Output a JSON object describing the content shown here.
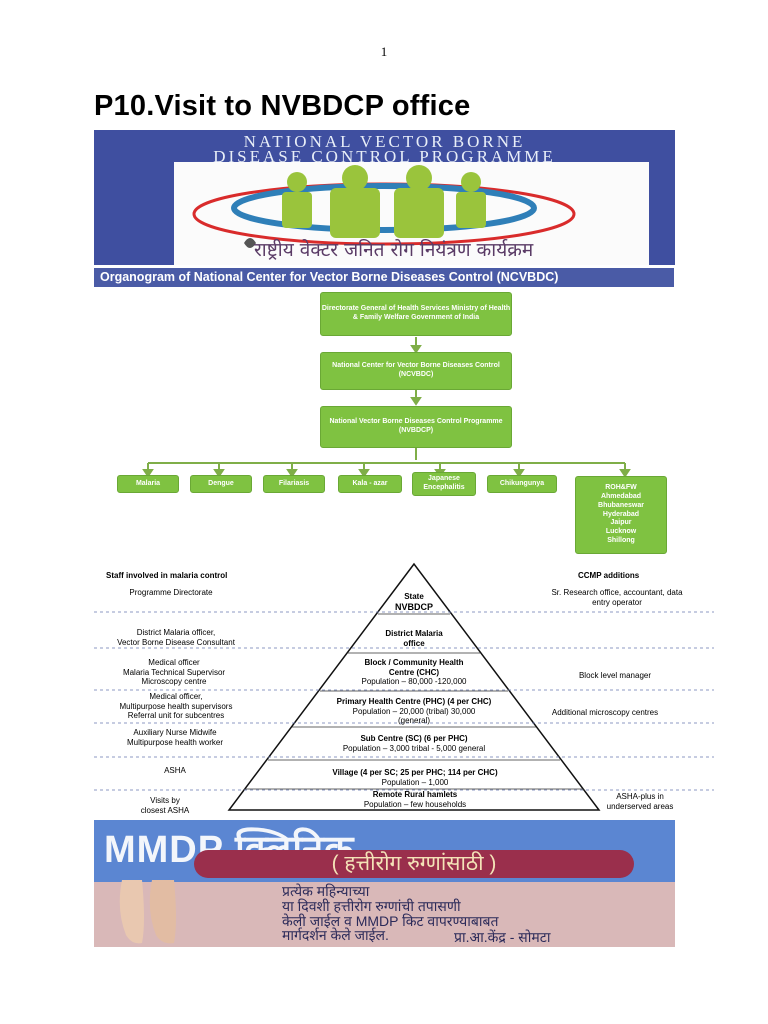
{
  "page_number": "1",
  "title": "P10.Visit to NVBDCP office",
  "banner": {
    "line1": "NATIONAL VECTOR BORNE",
    "line2": "DISEASE CONTROL PROGRAMME",
    "hindi_text": "राष्ट्रीय वेक्टर जनित रोग नियंत्रण कार्यक्रम"
  },
  "organogram": {
    "title": "Organogram of National Center for Vector Borne Diseases Control (NCVBDC)",
    "level1": "Directorate General of Health Services Ministry of Health & Family Welfare Government of India",
    "level2": "National Center for Vector Borne Diseases Control (NCVBDC)",
    "level3": "National Vector Borne Diseases Control Programme (NVBDCP)",
    "diseases": [
      "Malaria",
      "Dengue",
      "Filariasis",
      "Kala - azar",
      "Japanese Encephalitis",
      "Chikungunya"
    ],
    "roh": [
      "ROH&FW",
      "Ahmedabad",
      "Bhubaneswar",
      "Hyderabad",
      "Jaipur",
      "Lucknow",
      "Shillong"
    ]
  },
  "pyramid": {
    "left_header": "Staff involved in malaria control",
    "right_header": "CCMP additions",
    "levels": [
      {
        "title": "State",
        "title2": "NVBDCP",
        "sub": ""
      },
      {
        "title": "District Malaria",
        "title2": "office",
        "sub": ""
      },
      {
        "title": "Block / Community Health",
        "title2": "Centre (CHC)",
        "sub": "Population – 80,000 -120,000"
      },
      {
        "title": "Primary Health Centre (PHC) (4 per CHC)",
        "title2": "Population – 20,000 (tribal) 30,000",
        "sub": "(general)"
      },
      {
        "title": "Sub Centre (SC) (6 per PHC)",
        "title2": "",
        "sub": "Population – 3,000 tribal - 5,000 general"
      },
      {
        "title": "Village (4 per SC; 25 per PHC; 114 per CHC)",
        "title2": "",
        "sub": "Population – 1,000"
      },
      {
        "title": "Remote Rural hamlets",
        "title2": "",
        "sub": "Population – few households"
      }
    ],
    "left": [
      "Programme Directorate",
      "District Malaria officer,\nVector Borne Disease Consultant",
      "Medical officer\nMalaria Technical Supervisor\nMicroscopy centre",
      "Medical officer,\nMultipurpose health supervisors\nReferral unit for subcentres",
      "Auxiliary Nurse Midwife\nMultipurpose health worker",
      "ASHA",
      "Visits by\nclosest ASHA"
    ],
    "right": [
      "Sr. Research office, accountant, data\nentry operator",
      "Block level manager",
      "Additional microscopy centres",
      "ASHA-plus in\nunderserved areas"
    ]
  },
  "mmdp": {
    "title": "MMDP क्लिनिक",
    "subtitle": "( हत्तीरोग रुग्णांसाठी )",
    "line1": "प्रत्येक महिन्याच्या",
    "line2": "या दिवशी हत्तीरोग रुग्णांची तपासणी",
    "line3": "केली जाईल व MMDP किट वापरण्याबाबत",
    "line4": "मार्गदर्शन केले जाईल.",
    "line5": "प्रा.आ.केंद्र - सोमटा"
  },
  "colors": {
    "green_box": "#7fc241",
    "banner_blue": "#3f4fa0",
    "org_bar": "#4a5ba6"
  }
}
